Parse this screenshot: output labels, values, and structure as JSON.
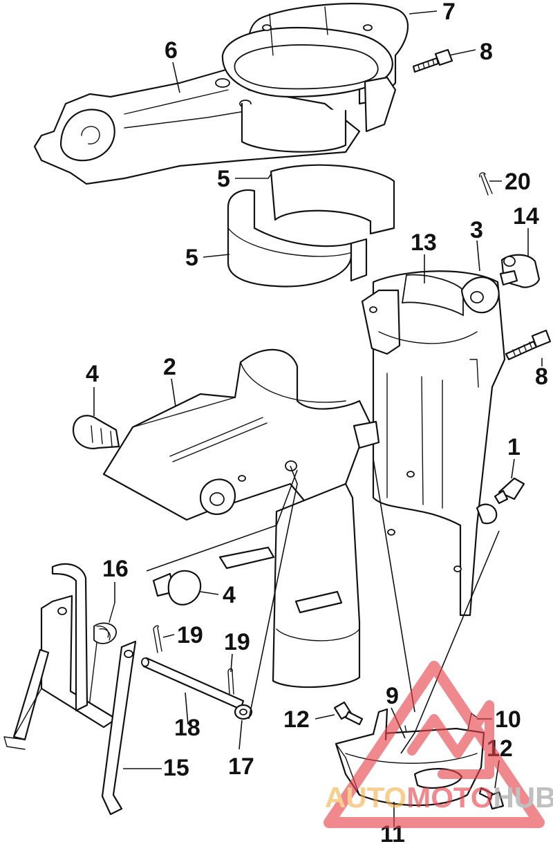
{
  "diagram": {
    "callouts": [
      {
        "id": "c7a",
        "label": "7"
      },
      {
        "id": "c6",
        "label": "6"
      },
      {
        "id": "c8a",
        "label": "8"
      },
      {
        "id": "c5a",
        "label": "5"
      },
      {
        "id": "c5b",
        "label": "5"
      },
      {
        "id": "c20",
        "label": "20"
      },
      {
        "id": "c14",
        "label": "14"
      },
      {
        "id": "c3",
        "label": "3"
      },
      {
        "id": "c13",
        "label": "13"
      },
      {
        "id": "c4a",
        "label": "4"
      },
      {
        "id": "c2",
        "label": "2"
      },
      {
        "id": "c8b",
        "label": "8"
      },
      {
        "id": "c1",
        "label": "1"
      },
      {
        "id": "c16",
        "label": "16"
      },
      {
        "id": "c4b",
        "label": "4"
      },
      {
        "id": "c19a",
        "label": "19"
      },
      {
        "id": "c19b",
        "label": "19"
      },
      {
        "id": "c9",
        "label": "9"
      },
      {
        "id": "c12a",
        "label": "12"
      },
      {
        "id": "c10",
        "label": "10"
      },
      {
        "id": "c18",
        "label": "18"
      },
      {
        "id": "c12b",
        "label": "12"
      },
      {
        "id": "c15",
        "label": "15"
      },
      {
        "id": "c17",
        "label": "17"
      },
      {
        "id": "c11",
        "label": "11"
      }
    ]
  },
  "watermark": {
    "part1": "AUTO",
    "part2": "MOTO",
    "part3": "HUB",
    "colors": {
      "logo": "#e8424a",
      "accent": "#f4b14a",
      "gray": "#9a9a9a"
    }
  }
}
